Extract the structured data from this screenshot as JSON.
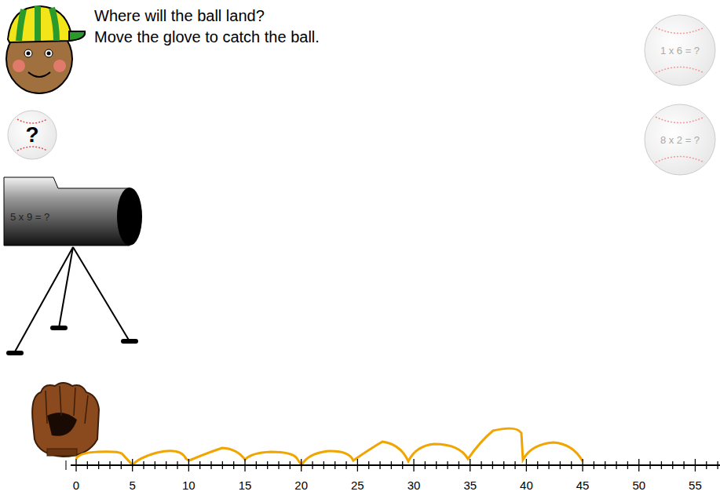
{
  "diagram": {
    "title": "Where will the ball land?",
    "nodes": [
      {
        "text": [
          "1 x 6 = ?"
        ]
      },
      {
        "text": [
          "?"
        ]
      },
      {
        "text": [
          "8 x 2 = ?"
        ]
      },
      {
        "text": [
          "5 x 9 = ?"
        ]
      }
    ],
    "labels": [
      "Move the glove to catch the ball.",
      "0",
      "5",
      "10",
      "15",
      "20",
      "25",
      "30",
      "35",
      "40",
      "45",
      "50",
      "55"
    ]
  }
}
